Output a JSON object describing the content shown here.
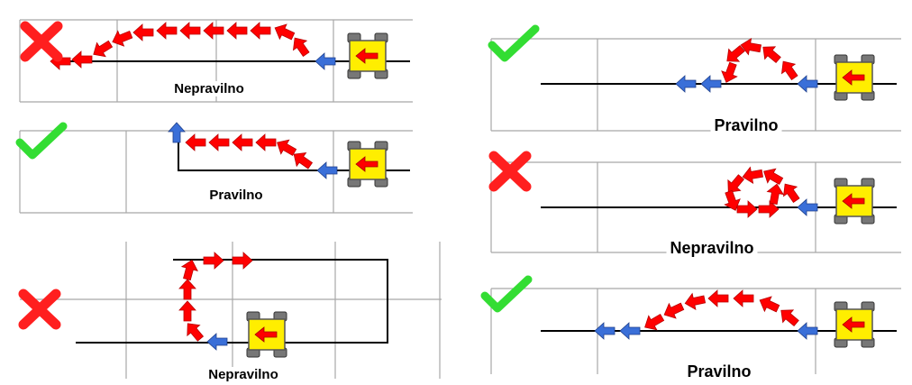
{
  "colors": {
    "arrow_red": "#ff0000",
    "arrow_blue": "#3a6fd8",
    "check_green": "#33dd33",
    "cross_red": "#ff1f1f",
    "robot_yellow": "#ffee00",
    "grid_line": "#a8a8a8",
    "track_line": "#000000"
  },
  "icons": {
    "correct": "check-mark-icon",
    "incorrect": "cross-icon",
    "robot": "robot-icon"
  },
  "labels": {
    "incorrect": "Nepravilno",
    "correct": "Pravilno"
  },
  "panels": [
    {
      "id": "top-left",
      "verdict": "incorrect",
      "label": "Nepravilno"
    },
    {
      "id": "middle-left",
      "verdict": "correct",
      "label": "Pravilno"
    },
    {
      "id": "bottom-left",
      "verdict": "incorrect",
      "label": "Nepravilno"
    },
    {
      "id": "top-right",
      "verdict": "correct",
      "label": "Pravilno"
    },
    {
      "id": "middle-right",
      "verdict": "incorrect",
      "label": "Nepravilno"
    },
    {
      "id": "bottom-right",
      "verdict": "correct",
      "label": "Pravilno"
    }
  ]
}
